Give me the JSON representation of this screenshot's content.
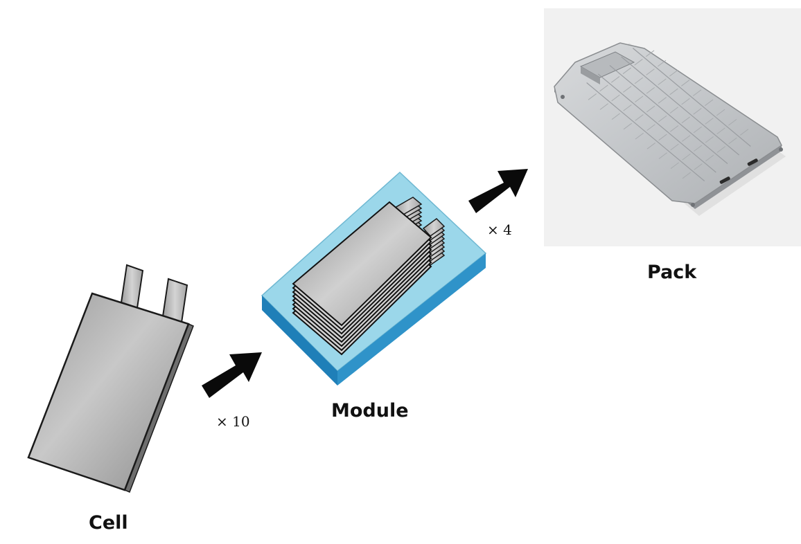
{
  "stages": {
    "cell": {
      "label": "Cell"
    },
    "module": {
      "label": "Module"
    },
    "pack": {
      "label": "Pack"
    }
  },
  "transitions": {
    "cell_to_module": {
      "multiplier": "× 10"
    },
    "module_to_pack": {
      "multiplier": "× 4"
    }
  },
  "colors": {
    "module_top": "#9bd7ea",
    "module_front": "#1f7fb8",
    "module_side": "#2f93c9",
    "arrow": "#0a0a0a",
    "pack_background": "#f1f1f1",
    "pack_plate": "#c4c6c9"
  }
}
